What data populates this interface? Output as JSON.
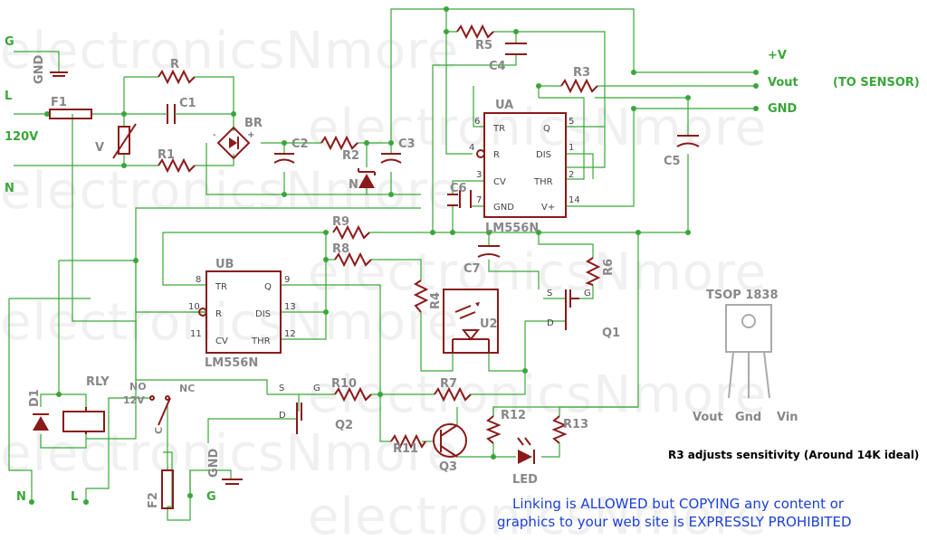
{
  "watermark": "electronicsNmore",
  "inputs": {
    "G": "G",
    "L": "L",
    "N": "N",
    "voltage": "120V",
    "gnd": "GND"
  },
  "outputs": {
    "vplus": "+V",
    "vout": "Vout",
    "gnd": "GND",
    "to_sensor": "(TO SENSOR)"
  },
  "components": {
    "F1": "F1",
    "R": "R",
    "C1": "C1",
    "V": "V",
    "R1": "R1",
    "BR": "BR",
    "C2": "C2",
    "R2": "R2",
    "C3": "C3",
    "N": "N",
    "R5": "R5",
    "C4": "C4",
    "R3": "R3",
    "UA": "UA",
    "UA_part": "LM556N",
    "C6": "C6",
    "C5": "C5",
    "R9": "R9",
    "R8": "R8",
    "C7": "C7",
    "R6": "R6",
    "UB": "UB",
    "UB_part": "LM556N",
    "R4": "R4",
    "U2": "U2",
    "Q1": "Q1",
    "RLY": "RLY",
    "D1": "D1",
    "R10": "R10",
    "R7": "R7",
    "Q2": "Q2",
    "R11": "R11",
    "R12": "R12",
    "R13": "R13",
    "Q3": "Q3",
    "LED": "LED",
    "F2": "F2",
    "NO": "NO",
    "NC": "NC",
    "C": "C",
    "12V": "12V"
  },
  "ua_pins": {
    "left": [
      [
        "6",
        "TR"
      ],
      [
        "4",
        "R"
      ],
      [
        "3",
        "CV"
      ],
      [
        "7",
        "GND"
      ]
    ],
    "right": [
      [
        "5",
        "Q"
      ],
      [
        "1",
        "DIS"
      ],
      [
        "2",
        "THR"
      ],
      [
        "14",
        "V+"
      ]
    ]
  },
  "ub_pins": {
    "left": [
      [
        "8",
        "TR"
      ],
      [
        "10",
        "R"
      ],
      [
        "11",
        "CV"
      ]
    ],
    "right": [
      [
        "9",
        "Q"
      ],
      [
        "13",
        "DIS"
      ],
      [
        "12",
        "THR"
      ]
    ]
  },
  "mosfet_pins": {
    "S": "S",
    "G": "G",
    "D": "D"
  },
  "tsop": {
    "name": "TSOP 1838",
    "pins": [
      "Vout",
      "Gnd",
      "Vin"
    ]
  },
  "note": "R3 adjusts sensitivity (Around 14K ideal)",
  "notice_line1": "Linking is ALLOWED but COPYING any content or",
  "notice_line2": "graphics to your web site is EXPRESSLY PROHIBITED",
  "colors": {
    "wire": "#3aa63a",
    "component": "#8b1a1a",
    "label": "#888888",
    "notice": "#1a3fd6"
  }
}
